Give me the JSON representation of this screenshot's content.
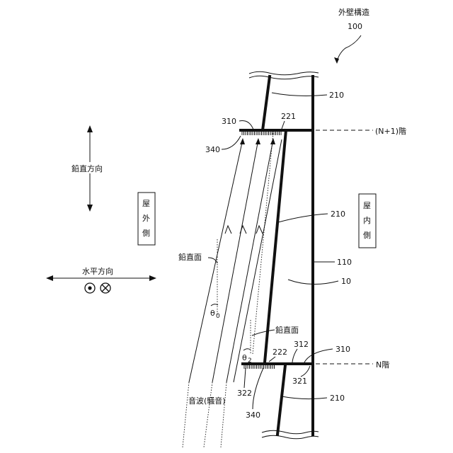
{
  "title": "外壁構造",
  "title_ref": "100",
  "vertical_direction": "鉛直方向",
  "horizontal_direction": "水平方向",
  "exterior_box": "屋外側",
  "interior_box": "屋内側",
  "floor_upper": "(N+1)階",
  "floor_lower": "N階",
  "vertical_plane_left": "鉛直面",
  "vertical_plane_right": "鉛直面",
  "theta_0": "θ",
  "theta_0_sub": "0",
  "theta_2": "θ",
  "theta_2_sub": "2",
  "sound_wave": "音波(騒音)",
  "refs": {
    "r210_top": "210",
    "r210_mid": "210",
    "r210_bot": "210",
    "r310_top": "310",
    "r310_bot": "310",
    "r221": "221",
    "r340_top": "340",
    "r340_bot": "340",
    "r110": "110",
    "r10": "10",
    "r222": "222",
    "r312": "312",
    "r321": "321",
    "r322": "322"
  }
}
